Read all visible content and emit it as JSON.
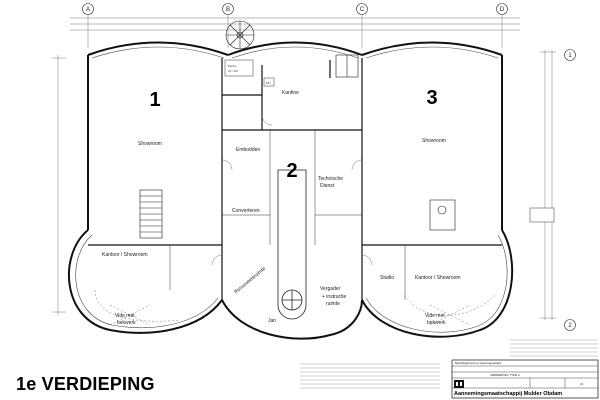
{
  "title": "1e VERDIEPING",
  "axes": {
    "top": [
      "A",
      "B",
      "C",
      "D"
    ],
    "right": [
      "1",
      "2"
    ]
  },
  "rooms": [
    {
      "number": "1",
      "label": "Showroom"
    },
    {
      "number": "2",
      "label": "Kantine"
    },
    {
      "number": "3",
      "label": "Showroom"
    }
  ],
  "labels": {
    "showroom_left": "Showroom",
    "showroom_right": "Showroom",
    "kantine": "Kantine",
    "emb": "Embodden",
    "tech": "Technische",
    "dienst": "Dienst",
    "convert": "Converteren",
    "personeel": "Personeelsruimte",
    "kantoor_left": "Kantoor / Showroom",
    "kantoor_right": "Kantoor / Showroom",
    "studio": "Studio",
    "vide_left": "Vide met",
    "bekwerk_left": "bekwerk",
    "vide_right": "Vide met",
    "bekwerk_right": "bekwerk",
    "vergader": "Vergader",
    "instructie": "+ instructie",
    "ruimte": "ruimte",
    "pantry": "Pantry",
    "pantry_sub": "LV / HV",
    "mu": "MU",
    "jan": "Jan"
  },
  "titleblock": {
    "company": "Aannemingsmaatschappij Mulder Obdam",
    "sheet": "VERDIEPING TYPE A",
    "project": "Bedrijfsgebouw te Heerhugowaard",
    "number": "21"
  },
  "colors": {
    "line": "#111111",
    "grid": "#777777"
  }
}
